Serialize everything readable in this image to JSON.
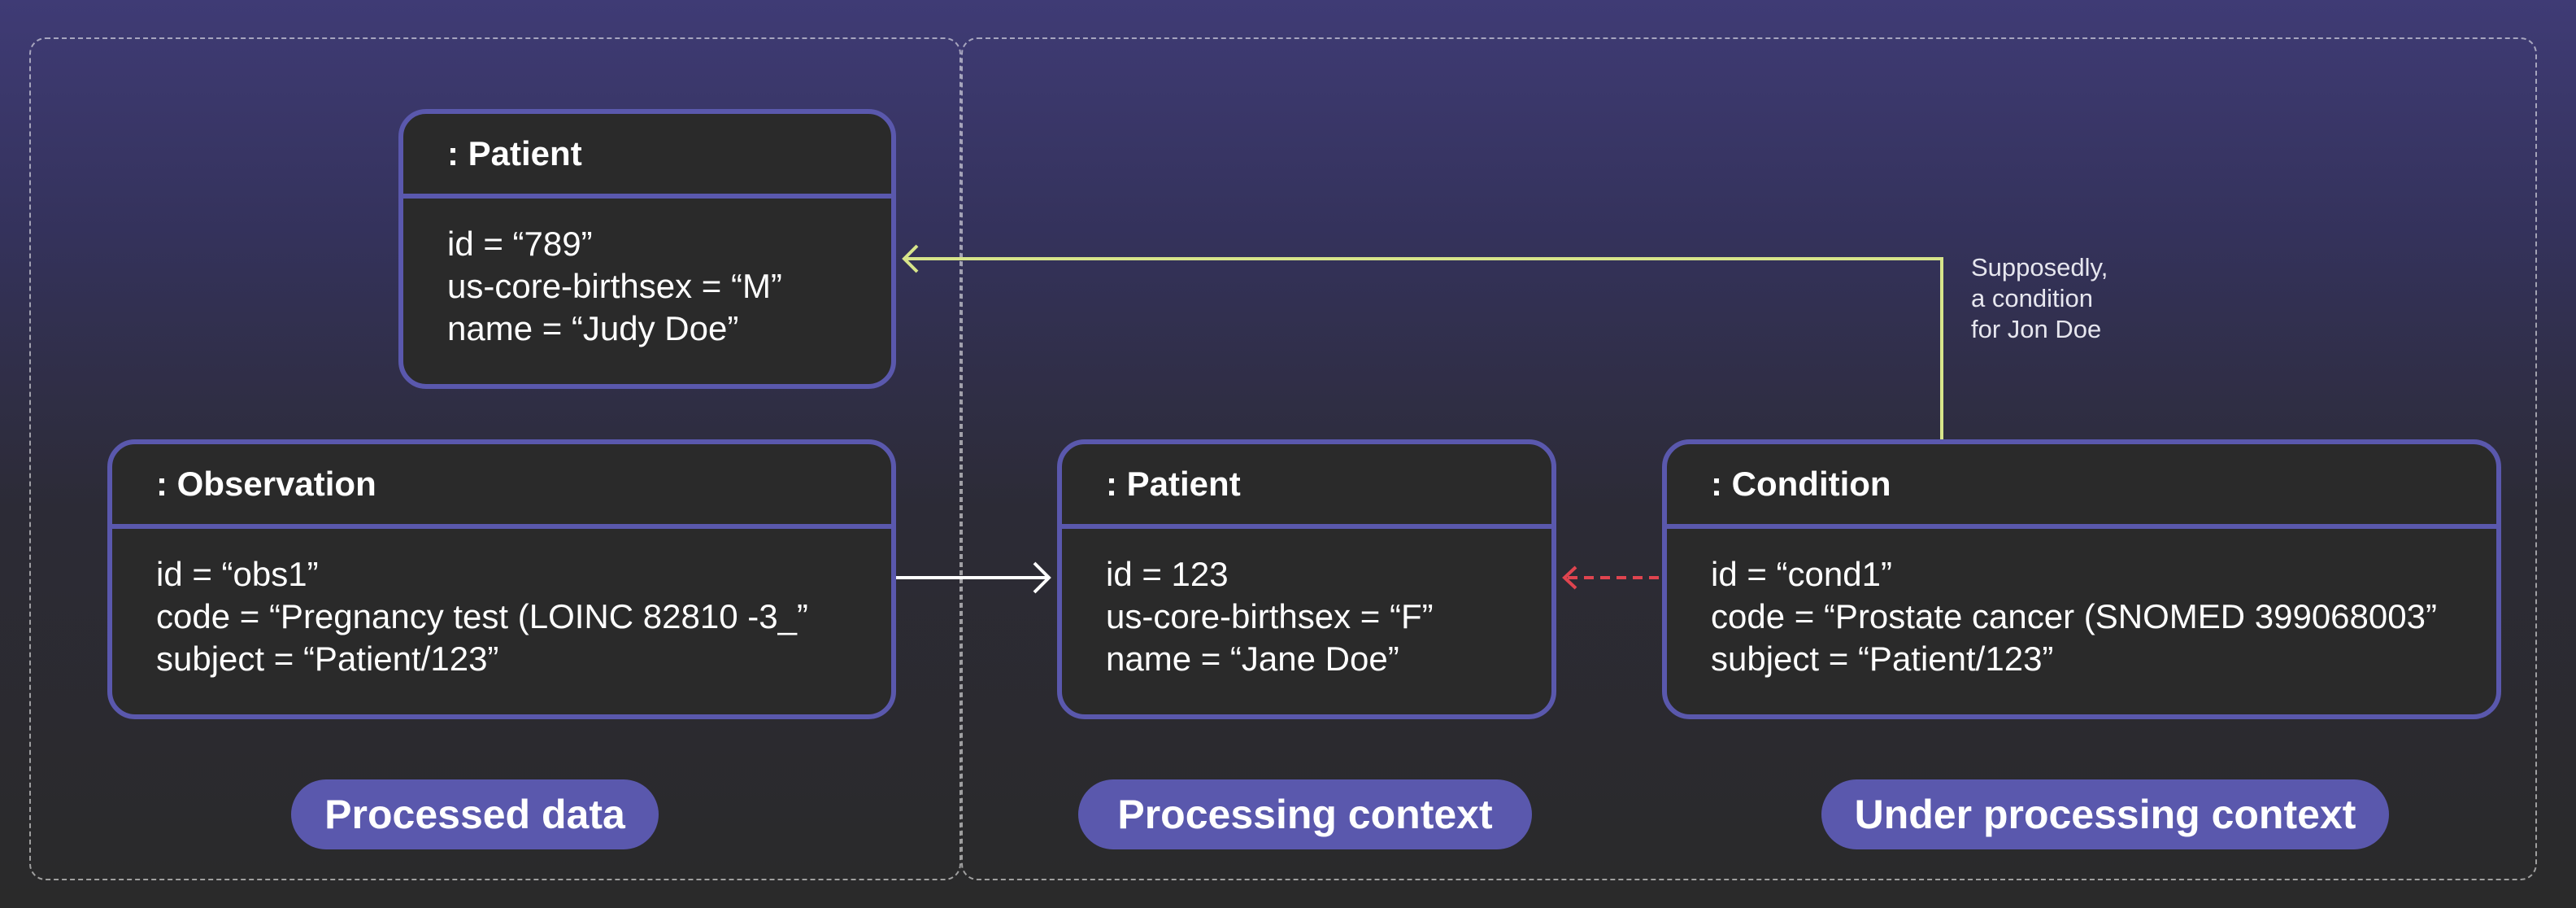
{
  "regions": [
    {
      "label": "Processed data"
    },
    {
      "label": "Processing context"
    },
    {
      "label": "Under processing context"
    }
  ],
  "cards": {
    "patient_789": {
      "title": ": Patient",
      "attrs": [
        "id = “789”",
        "us-core-birthsex = “M”",
        "name = “Judy Doe”"
      ]
    },
    "observation": {
      "title": ": Observation",
      "attrs": [
        "id = “obs1”",
        "code = “Pregnancy test (LOINC 82810 -3_”",
        "subject = “Patient/123”"
      ]
    },
    "patient_123": {
      "title": ": Patient",
      "attrs": [
        "id = 123",
        "us-core-birthsex = “F”",
        "name = “Jane Doe”"
      ]
    },
    "condition": {
      "title": ": Condition",
      "attrs": [
        "id = “cond1”",
        "code = “Prostate cancer (SNOMED 399068003”",
        "subject = “Patient/123”"
      ]
    }
  },
  "annotation": {
    "lines": [
      "Supposedly,",
      "a condition",
      "for Jon Doe"
    ]
  },
  "colors": {
    "card_border": "#5a58ad",
    "card_fill": "#2a2a2a",
    "pill_fill": "#5a58ad",
    "arrow_reference": "#ffffff",
    "arrow_supposed": "#d7e58a",
    "arrow_broken": "#e0444f"
  }
}
